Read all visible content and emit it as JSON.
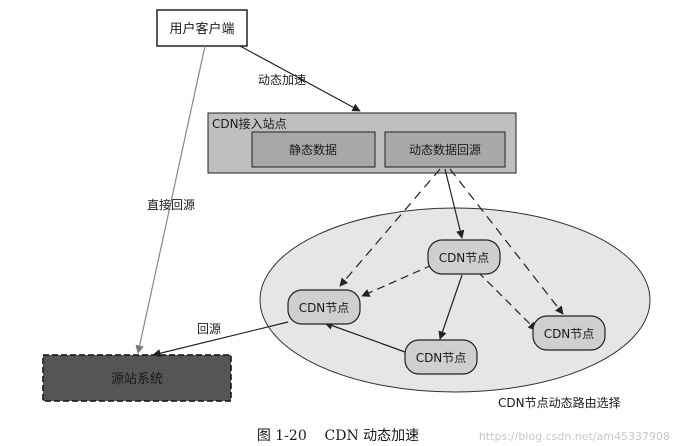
{
  "nodes": {
    "client": "用户客户端",
    "cdn_access": "CDN接入站点",
    "static_data": "静态数据",
    "dynamic_return": "动态数据回源",
    "cdn_node_top": "CDN节点",
    "cdn_node_left": "CDN节点",
    "cdn_node_bottom": "CDN节点",
    "cdn_node_right": "CDN节点",
    "origin": "源站系统"
  },
  "edges": {
    "dynamic_accel": "动态加速",
    "direct_return": "直接回源",
    "return_source": "回源"
  },
  "region_label": "CDN节点动态路由选择",
  "caption": "图 1-20    CDN 动态加速",
  "watermark": "https://blog.csdn.net/am45337908",
  "colors": {
    "access_fill": "#bfbfbf",
    "inner_box_fill": "#a8a8a8",
    "ellipse_fill": "#e6e6e6",
    "node_fill": "#cfcfcf",
    "origin_fill": "#555555"
  }
}
